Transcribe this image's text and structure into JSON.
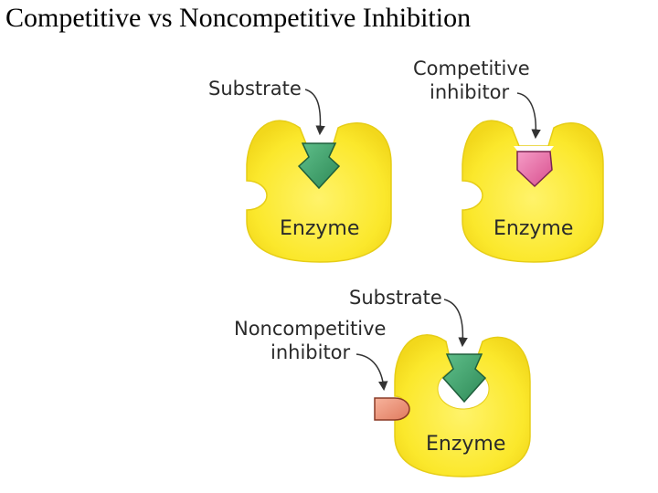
{
  "title": "Competitive vs Noncompetitive Inhibition",
  "panel_top_left": {
    "substrate_label": "Substrate",
    "enzyme_label": "Enzyme"
  },
  "panel_top_right": {
    "inhibitor_line1": "Competitive",
    "inhibitor_line2": "inhibitor",
    "enzyme_label": "Enzyme"
  },
  "panel_bottom": {
    "substrate_label": "Substrate",
    "inhibitor_line1": "Noncompetitive",
    "inhibitor_line2": "inhibitor",
    "enzyme_label": "Enzyme"
  },
  "colors": {
    "enzyme": "#fbe82c",
    "substrate": "#3f9e6b",
    "competitive_inhibitor": "#e86aa6",
    "noncompetitive_inhibitor": "#f0957a"
  }
}
